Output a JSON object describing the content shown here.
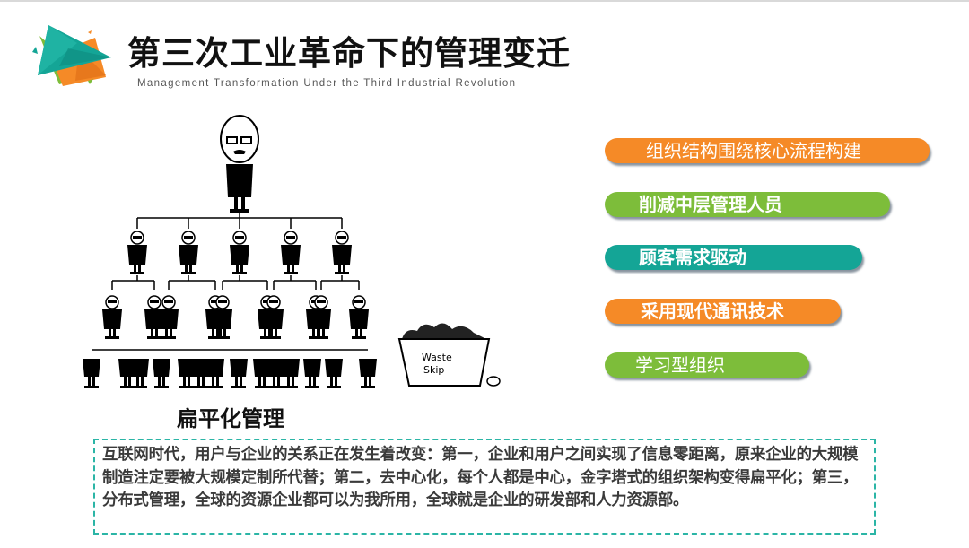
{
  "slide": {
    "title": "第三次工业革命下的管理变迁",
    "subtitle": "Management Transformation Under the Third Industrial Revolution",
    "logo_icon": "origami-triangle-logo",
    "colors": {
      "teal": "#14a596",
      "orange": "#f58a27",
      "green": "#7dbd3a",
      "dashed_border": "#2bb5a6"
    }
  },
  "illustration": {
    "description": "Cartoon hierarchical org chart of businessmen with a waste skip of discarded managers",
    "skip_label_line1": "Waste",
    "skip_label_line2": "Skip",
    "caption": "扁平化管理"
  },
  "points": [
    {
      "label": "组织结构围绕核心流程构建",
      "color": "#f58a27"
    },
    {
      "label": "削减中层管理人员",
      "color": "#7dbd3a"
    },
    {
      "label": "顾客需求驱动",
      "color": "#14a596"
    },
    {
      "label": "采用现代通讯技术",
      "color": "#f58a27"
    },
    {
      "label": "学习型组织",
      "color": "#7dbd3a"
    }
  ],
  "summary": {
    "text": "互联网时代，用户与企业的关系正在发生着改变：第一，企业和用户之间实现了信息零距离，原来企业的大规模制造注定要被大规模定制所代替；第二，去中心化，每个人都是中心，金字塔式的组织架构变得扁平化；第三，分布式管理，全球的资源企业都可以为我所用，全球就是企业的研发部和人力资源部。"
  }
}
